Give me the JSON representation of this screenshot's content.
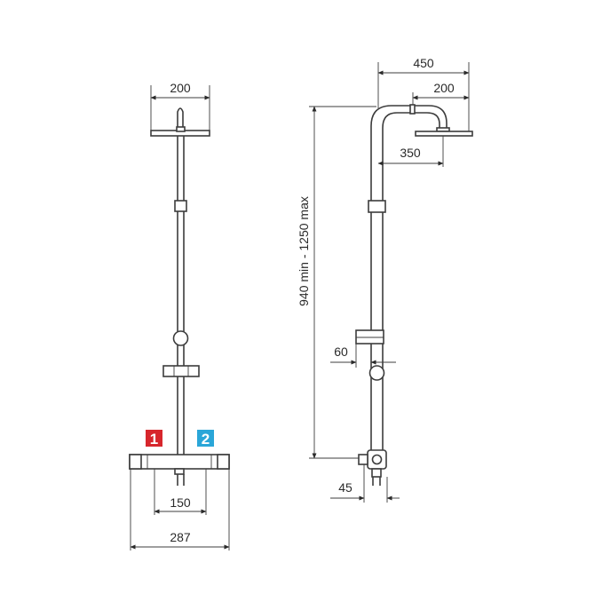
{
  "front_view": {
    "dim_head_width": "200",
    "dim_inlet_spacing": "150",
    "dim_mixer_width": "287",
    "badge_hot": {
      "label": "1",
      "color": "#d7262c"
    },
    "badge_cold": {
      "label": "2",
      "color": "#2aa6d8"
    }
  },
  "side_view": {
    "dim_arm_reach": "450",
    "dim_head_width": "200",
    "dim_arm_offset": "350",
    "dim_height_range": "940 min - 1250 max",
    "dim_slider_offset": "60",
    "dim_wall_offset": "45"
  }
}
